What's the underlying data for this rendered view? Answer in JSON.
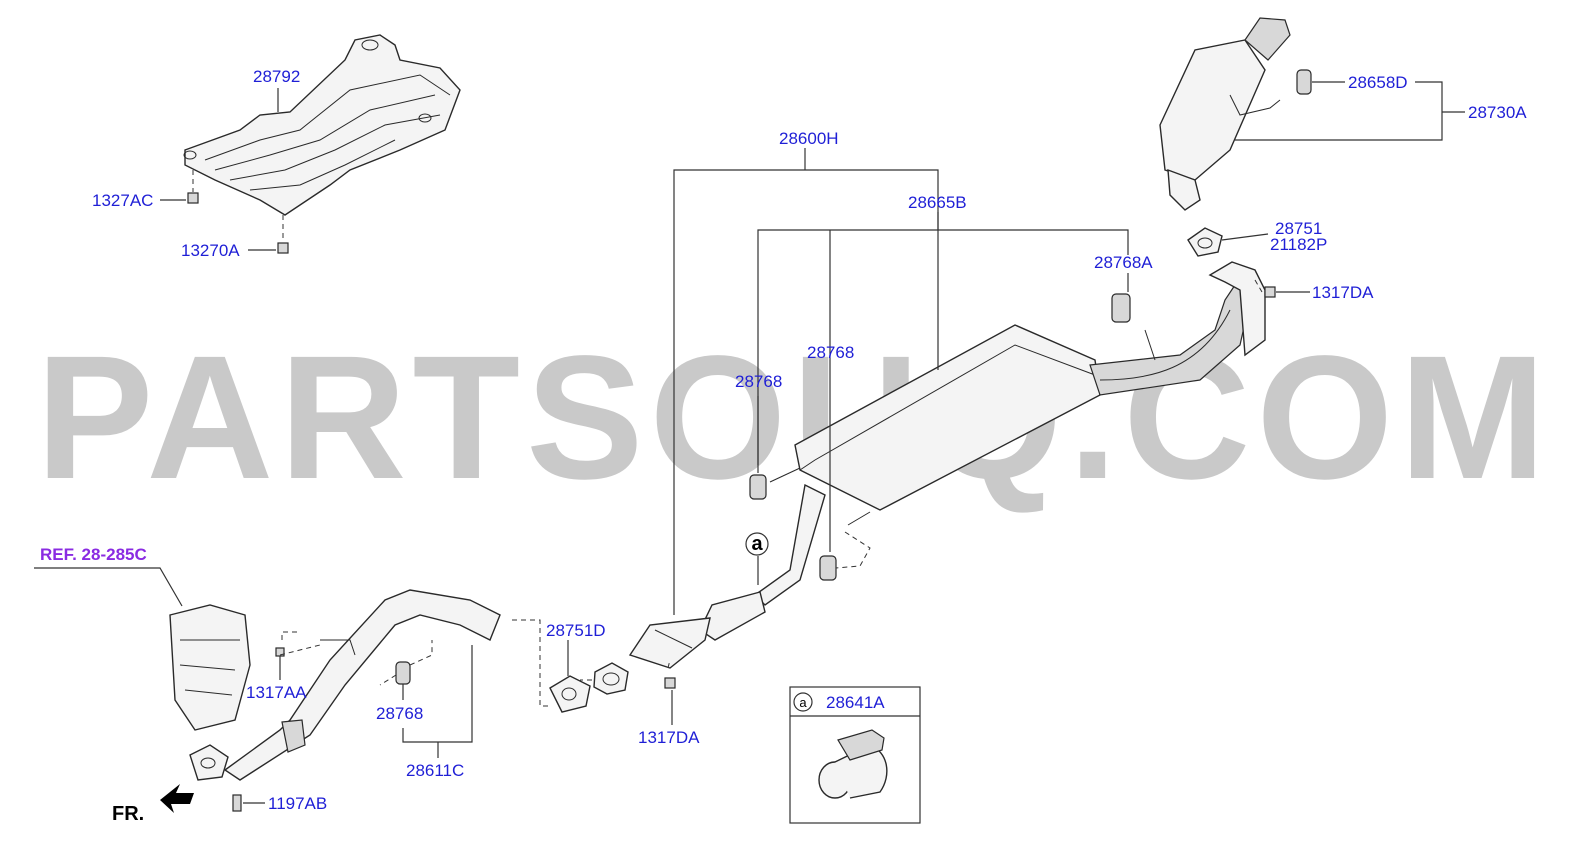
{
  "watermark": "PARTSOUQ.COM",
  "reference": "REF. 28-285C",
  "front_indicator": "FR.",
  "callout_symbol": "a",
  "inset": {
    "symbol": "a",
    "part": "28641A"
  },
  "labels": {
    "p28792": "28792",
    "p1327AC": "1327AC",
    "p13270A": "13270A",
    "p28600H": "28600H",
    "p28665B": "28665B",
    "p28768A": "28768A",
    "p28768_left": "28768",
    "p28768_mid": "28768",
    "p28768_lower": "28768",
    "p28658D": "28658D",
    "p28730A": "28730A",
    "p28751": "28751",
    "p21182P": "21182P",
    "p1317DA_top": "1317DA",
    "p1317DA_bottom": "1317DA",
    "p28751D": "28751D",
    "p1317AA": "1317AA",
    "p28611C": "28611C",
    "p1197AB": "1197AB"
  }
}
